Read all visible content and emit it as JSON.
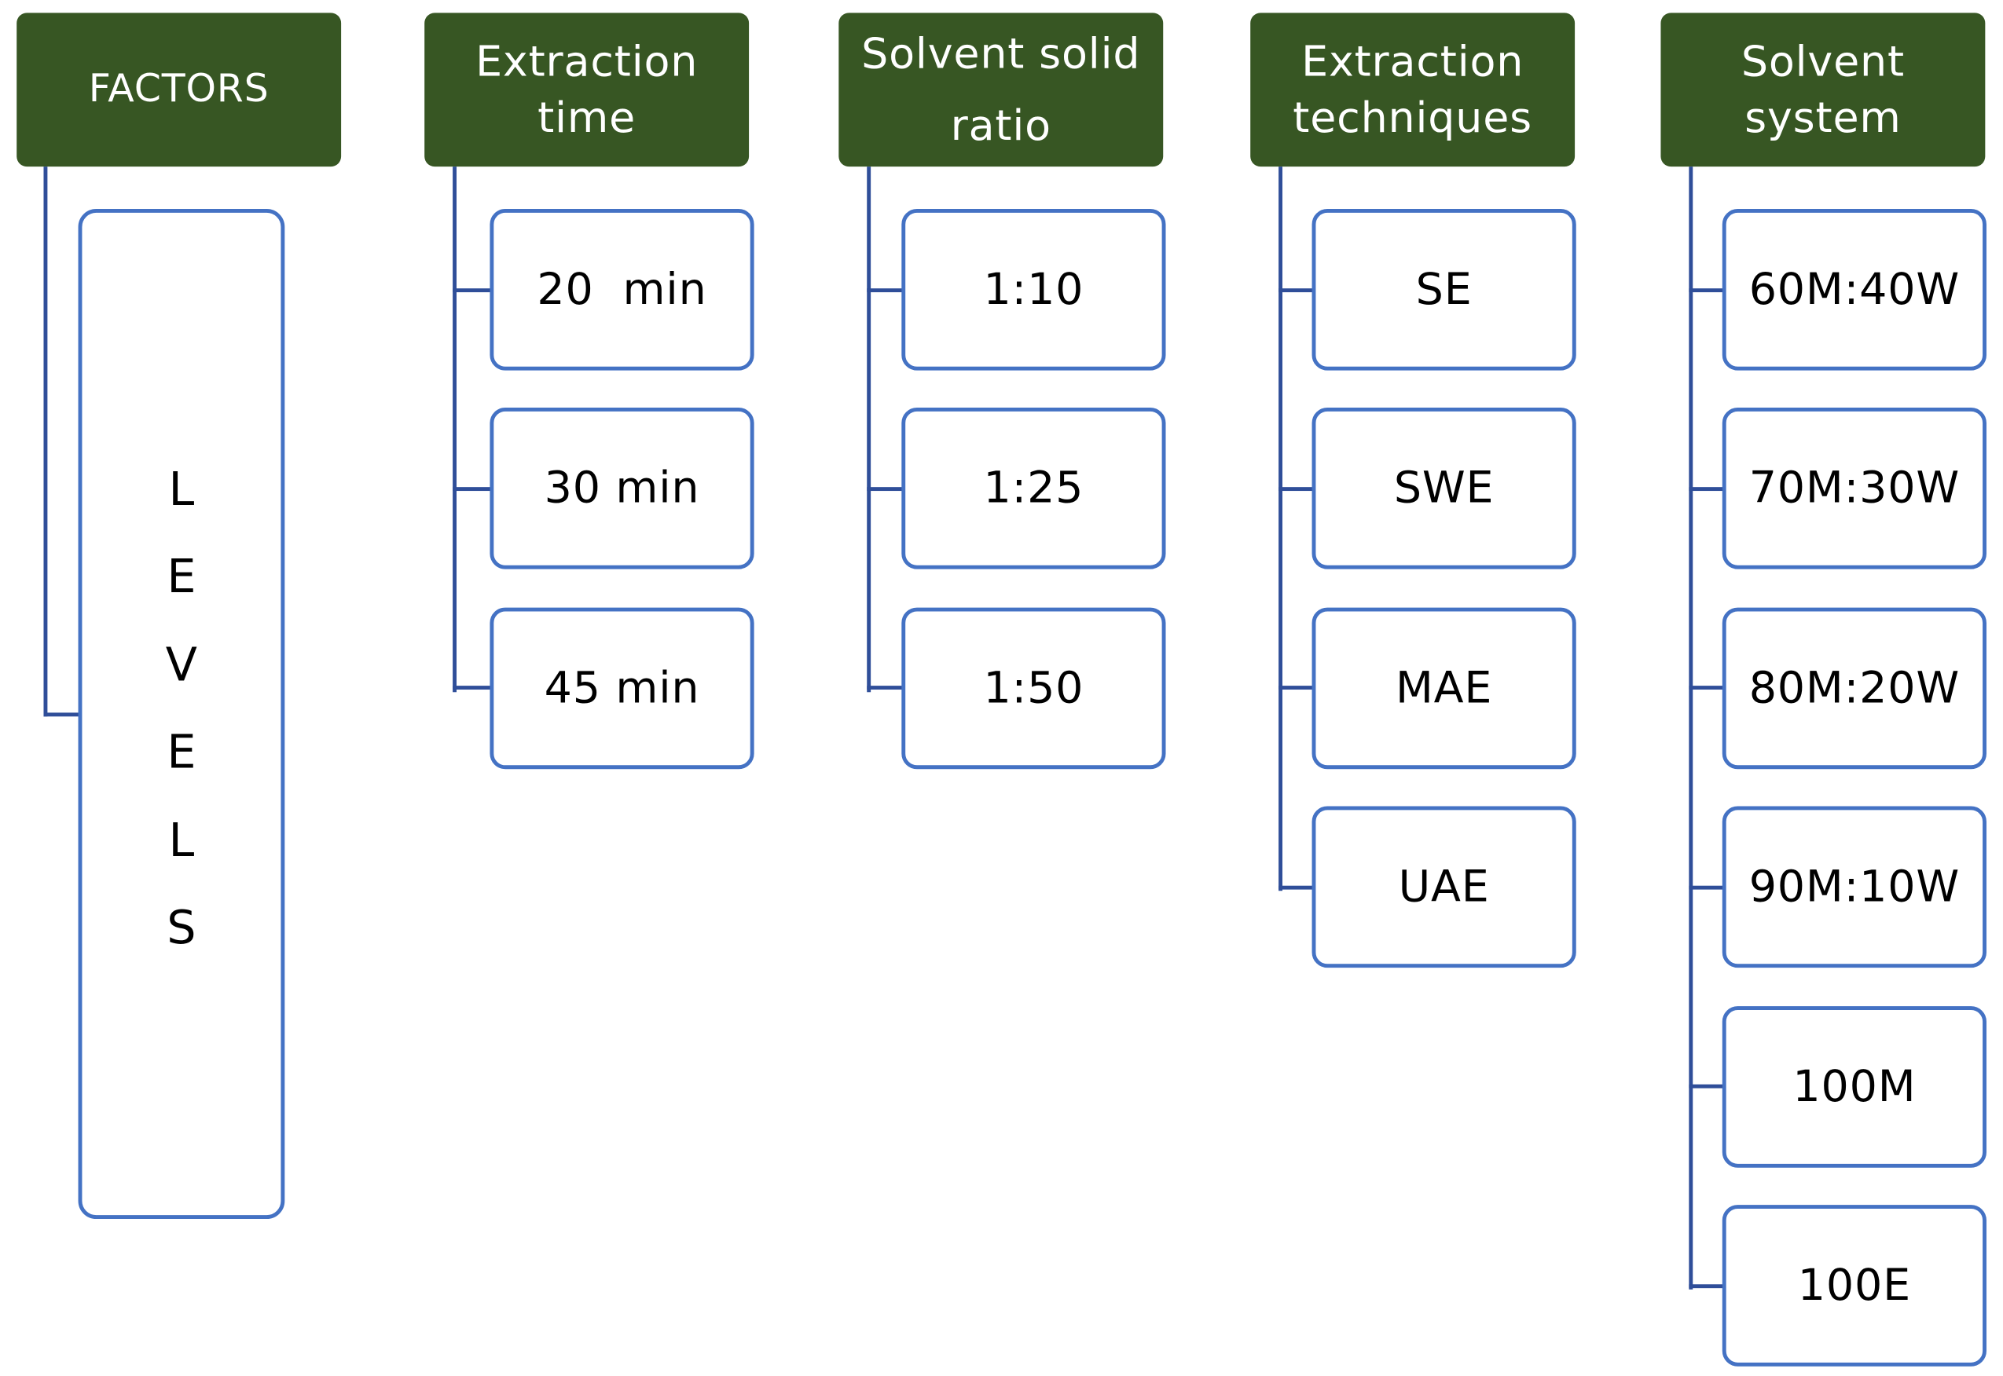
{
  "factors_header": "FACTORS",
  "levels_label": "LEVELS",
  "factors": [
    {
      "lines": [
        "Extraction",
        "time"
      ],
      "levels": [
        "20  min",
        "30 min",
        "45 min"
      ]
    },
    {
      "lines": [
        "Solvent solid",
        "ratio"
      ],
      "levels": [
        "1:10",
        "1:25",
        "1:50"
      ]
    },
    {
      "lines": [
        "Extraction",
        "techniques"
      ],
      "levels": [
        "SE",
        "SWE",
        "MAE",
        "UAE"
      ]
    },
    {
      "lines": [
        "Solvent",
        "system"
      ],
      "levels": [
        "60M:40W",
        "70M:30W",
        "80M:20W",
        "90M:10W",
        "100M",
        "100E"
      ]
    }
  ],
  "colors": {
    "header_fill": "#375623",
    "header_text": "#ffffff",
    "box_border": "#4472c4",
    "connector": "#2f4e99"
  }
}
